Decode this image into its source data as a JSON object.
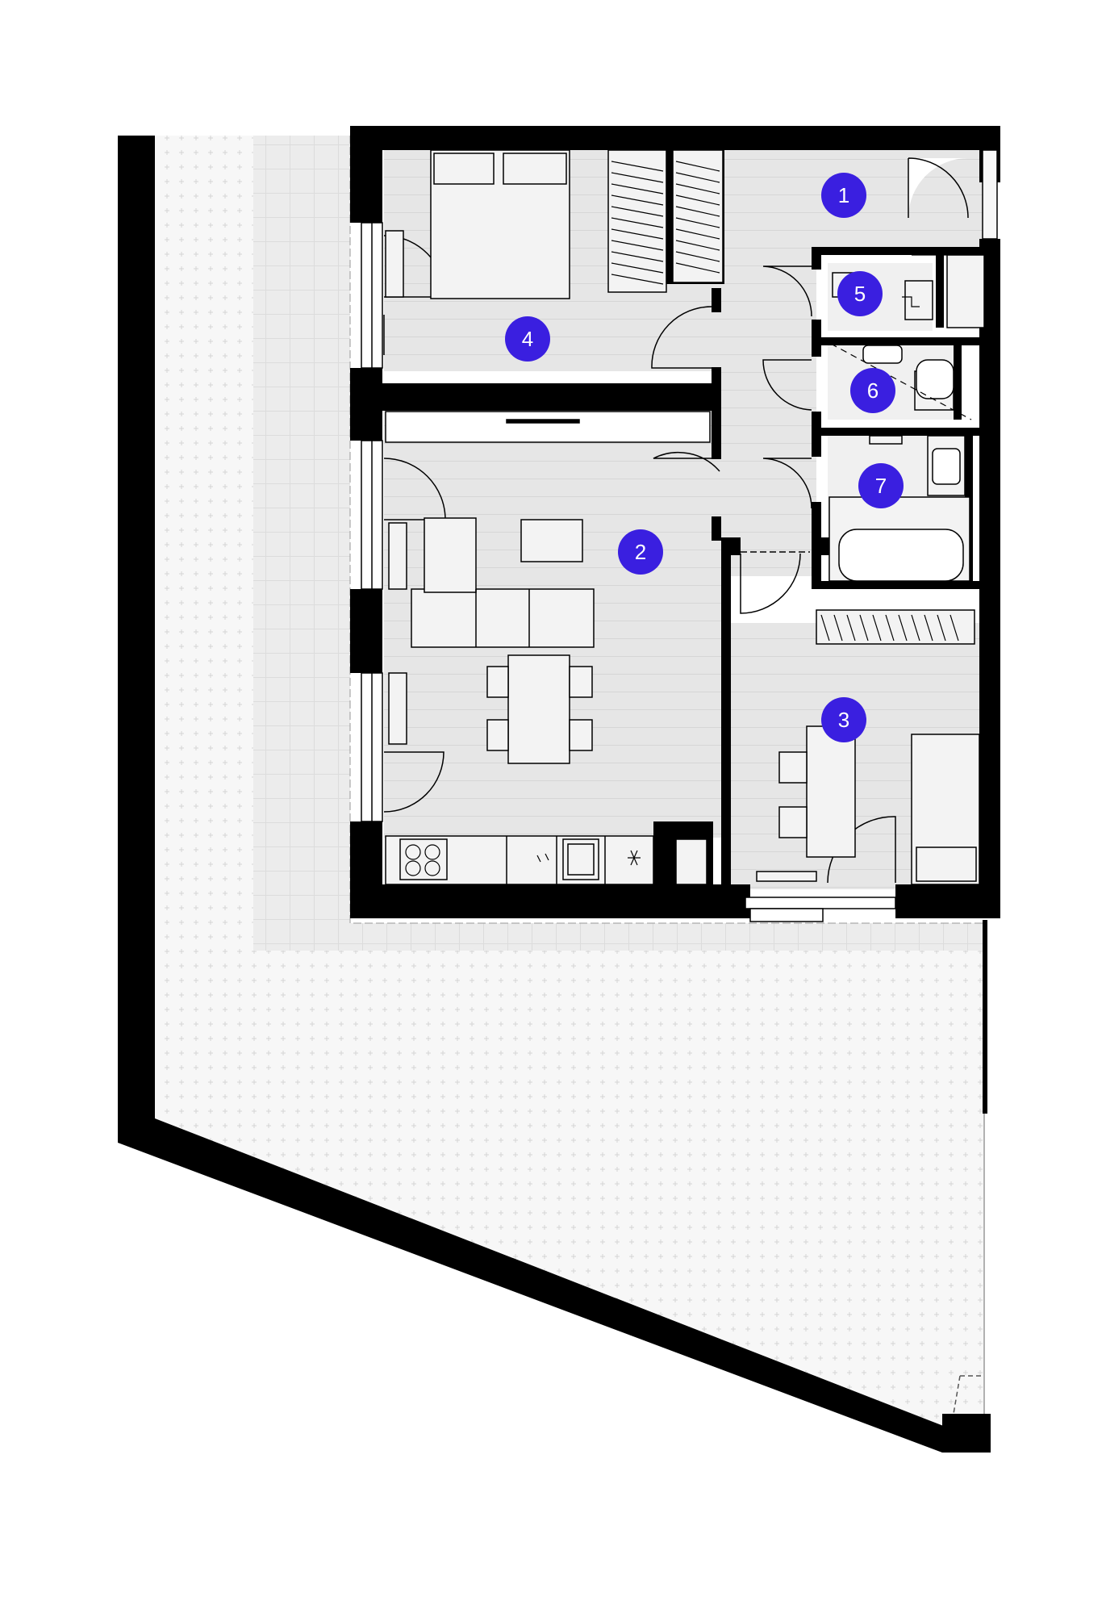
{
  "colors": {
    "wall": "#000000",
    "floor": "#e6e6e6",
    "terrace": "#ececec",
    "garden": "#f7f7f7",
    "furniture_fill": "#f3f3f3",
    "badge": "#3a1fe0",
    "badge_text": "#ffffff"
  },
  "rooms": [
    {
      "number": "1"
    },
    {
      "number": "2"
    },
    {
      "number": "3"
    },
    {
      "number": "4"
    },
    {
      "number": "5"
    },
    {
      "number": "6"
    },
    {
      "number": "7"
    }
  ]
}
